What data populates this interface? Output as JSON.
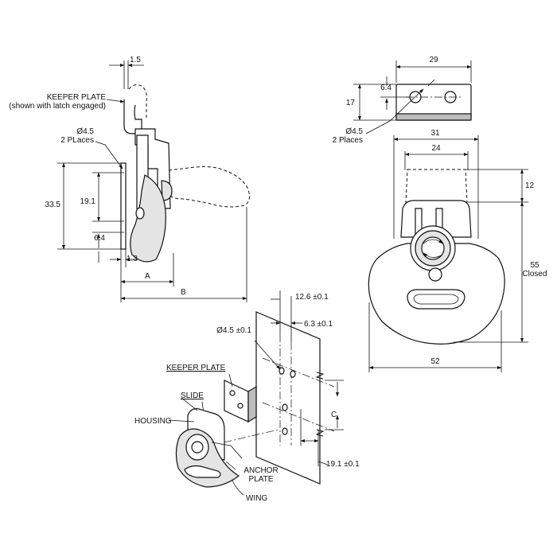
{
  "side_view": {
    "dim_1_5": "1.5",
    "keeper_plate_line1": "KEEPER PLATE",
    "keeper_plate_line2": "(shown with latch engaged)",
    "hole_line1": "Ø4.5",
    "hole_line2": "2 PLaces",
    "dim_33_5": "33.5",
    "dim_19_1": "19.1",
    "dim_6_4": "6.4",
    "dim_1_3": "1.3",
    "dim_A": "A",
    "dim_B": "B"
  },
  "keeper_view": {
    "dim_29": "29",
    "dim_6_4": "6.4",
    "dim_17": "17",
    "hole_line1": "Ø4.5",
    "hole_line2": "2 Places"
  },
  "front_view": {
    "dim_31": "31",
    "dim_24": "24",
    "dim_12": "12",
    "dim_55_line1": "55",
    "dim_55_line2": "Closed",
    "dim_52": "52"
  },
  "iso_view": {
    "dim_12_6": "12.6 ±0.1",
    "dim_6_3": "6.3 ±0.1",
    "dim_hole": "Ø4.5 ±0.1",
    "keeper_plate": "KEEPER PLATE",
    "slide": "SLIDE",
    "housing": "HOUSING",
    "dim_C": "C",
    "anchor_line1": "ANCHOR",
    "anchor_line2": "PLATE",
    "wing": "WING",
    "dim_19_1": "19.1 ±0.1"
  }
}
